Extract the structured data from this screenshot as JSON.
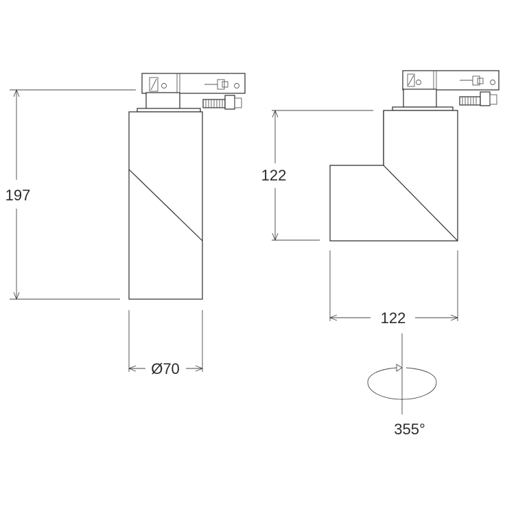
{
  "colors": {
    "line": "#3a3a3a",
    "background": "#ffffff"
  },
  "dimensions": {
    "height_left": "197",
    "diameter": "Ø70",
    "height_right": "122",
    "width_right": "122",
    "rotation": "355°"
  }
}
